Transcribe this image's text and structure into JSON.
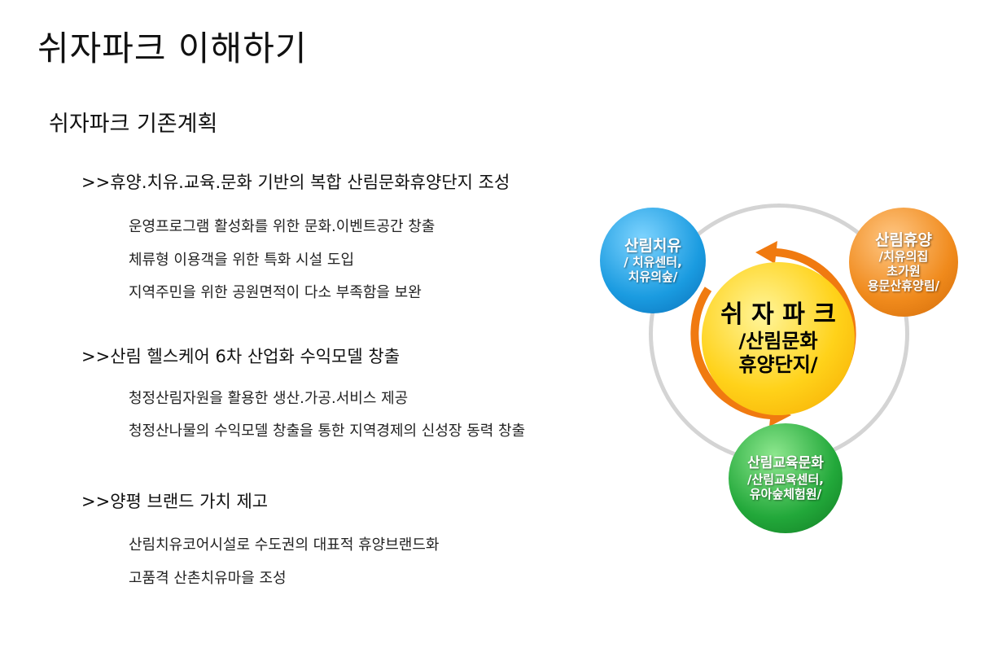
{
  "title": "쉬자파크 이해하기",
  "subtitle": "쉬자파크 기존계획",
  "sections": [
    {
      "heading": ">>휴양.치유.교육.문화 기반의 복합 산림문화휴양단지 조성",
      "items": [
        "운영프로그램 활성화를 위한 문화.이벤트공간 창출",
        "체류형 이용객을 위한 특화 시설 도입",
        "지역주민을 위한 공원면적이 다소 부족함을 보완"
      ]
    },
    {
      "heading": ">>산림 헬스케어 6차 산업화 수익모델 창출",
      "items": [
        "청정산림자원을 활용한 생산.가공.서비스 제공",
        "청정산나물의 수익모델 창출을 통한 지역경제의 신성장 동력 창출"
      ]
    },
    {
      "heading": ">>양평 브랜드 가치 제고",
      "items": [
        "산림치유코어시설로 수도권의 대표적 휴양브랜드화",
        "고품격 산촌치유마을 조성"
      ]
    }
  ],
  "diagram": {
    "center": [
      "쉬 자 파 크",
      "/산림문화",
      "휴양단지/"
    ],
    "blue": [
      "산림치유",
      "/ 치유센터,",
      "치유의숲/"
    ],
    "orange": [
      "산림휴양",
      "/치유의집",
      "초가원",
      "용문산휴양림/"
    ],
    "green": [
      "산림교육문화",
      "/산림교육센터,",
      "유아숲체험원/"
    ],
    "colors": {
      "blue": "#1a9be0",
      "orange": "#f08a1c",
      "green": "#22a83a",
      "yellow": "#ffd21a"
    }
  }
}
